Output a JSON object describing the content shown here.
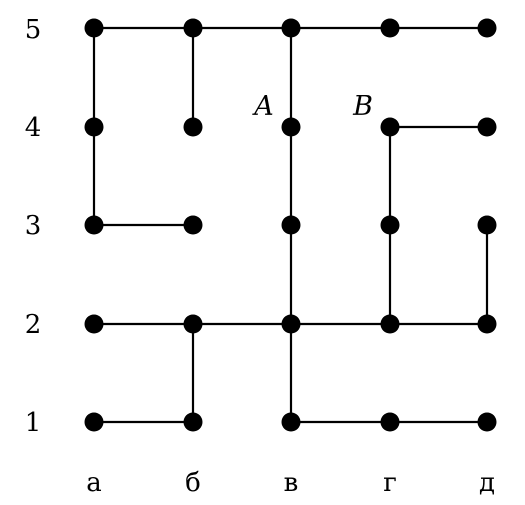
{
  "diagram": {
    "columns": [
      "а",
      "б",
      "в",
      "г",
      "д"
    ],
    "rows": [
      "1",
      "2",
      "3",
      "4",
      "5"
    ],
    "nodes": [
      [
        "а",
        "1"
      ],
      [
        "б",
        "1"
      ],
      [
        "в",
        "1"
      ],
      [
        "г",
        "1"
      ],
      [
        "д",
        "1"
      ],
      [
        "а",
        "2"
      ],
      [
        "б",
        "2"
      ],
      [
        "в",
        "2"
      ],
      [
        "г",
        "2"
      ],
      [
        "д",
        "2"
      ],
      [
        "а",
        "3"
      ],
      [
        "б",
        "3"
      ],
      [
        "в",
        "3"
      ],
      [
        "г",
        "3"
      ],
      [
        "д",
        "3"
      ],
      [
        "а",
        "4"
      ],
      [
        "б",
        "4"
      ],
      [
        "в",
        "4"
      ],
      [
        "г",
        "4"
      ],
      [
        "д",
        "4"
      ],
      [
        "а",
        "5"
      ],
      [
        "б",
        "5"
      ],
      [
        "в",
        "5"
      ],
      [
        "г",
        "5"
      ],
      [
        "д",
        "5"
      ]
    ],
    "edges": [
      [
        [
          "а",
          "5"
        ],
        [
          "б",
          "5"
        ]
      ],
      [
        [
          "б",
          "5"
        ],
        [
          "в",
          "5"
        ]
      ],
      [
        [
          "в",
          "5"
        ],
        [
          "г",
          "5"
        ]
      ],
      [
        [
          "г",
          "5"
        ],
        [
          "д",
          "5"
        ]
      ],
      [
        [
          "а",
          "5"
        ],
        [
          "а",
          "4"
        ]
      ],
      [
        [
          "а",
          "4"
        ],
        [
          "а",
          "3"
        ]
      ],
      [
        [
          "а",
          "3"
        ],
        [
          "б",
          "3"
        ]
      ],
      [
        [
          "б",
          "5"
        ],
        [
          "б",
          "4"
        ]
      ],
      [
        [
          "в",
          "5"
        ],
        [
          "в",
          "4"
        ]
      ],
      [
        [
          "в",
          "4"
        ],
        [
          "в",
          "3"
        ]
      ],
      [
        [
          "в",
          "3"
        ],
        [
          "в",
          "2"
        ]
      ],
      [
        [
          "в",
          "2"
        ],
        [
          "в",
          "1"
        ]
      ],
      [
        [
          "в",
          "1"
        ],
        [
          "г",
          "1"
        ]
      ],
      [
        [
          "г",
          "1"
        ],
        [
          "д",
          "1"
        ]
      ],
      [
        [
          "а",
          "2"
        ],
        [
          "б",
          "2"
        ]
      ],
      [
        [
          "б",
          "2"
        ],
        [
          "в",
          "2"
        ]
      ],
      [
        [
          "в",
          "2"
        ],
        [
          "г",
          "2"
        ]
      ],
      [
        [
          "г",
          "2"
        ],
        [
          "д",
          "2"
        ]
      ],
      [
        [
          "б",
          "2"
        ],
        [
          "б",
          "1"
        ]
      ],
      [
        [
          "а",
          "1"
        ],
        [
          "б",
          "1"
        ]
      ],
      [
        [
          "г",
          "4"
        ],
        [
          "д",
          "4"
        ]
      ],
      [
        [
          "г",
          "4"
        ],
        [
          "г",
          "3"
        ]
      ],
      [
        [
          "г",
          "3"
        ],
        [
          "г",
          "2"
        ]
      ],
      [
        [
          "д",
          "3"
        ],
        [
          "д",
          "2"
        ]
      ]
    ],
    "point_labels": [
      {
        "text": "A",
        "node": [
          "в",
          "4"
        ]
      },
      {
        "text": "B",
        "node": [
          "г",
          "4"
        ]
      }
    ]
  }
}
